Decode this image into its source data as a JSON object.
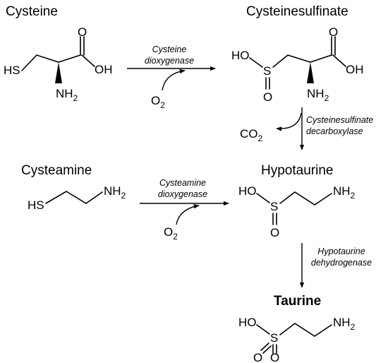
{
  "compounds": {
    "cysteine": {
      "name": "Cysteine",
      "hs": "HS",
      "oh": "OH",
      "o": "O",
      "nh": "NH",
      "sub2": "2"
    },
    "cysteinesulfinate": {
      "name": "Cysteinesulfinate",
      "ho": "HO",
      "s": "S",
      "o": "O",
      "oh": "OH",
      "o2": "O",
      "nh": "NH",
      "sub2": "2"
    },
    "cysteamine": {
      "name": "Cysteamine",
      "hs": "HS",
      "nh": "NH",
      "sub2": "2"
    },
    "hypotaurine": {
      "name": "Hypotaurine",
      "ho": "HO",
      "s": "S",
      "o": "O",
      "nh": "NH",
      "sub2": "2"
    },
    "taurine": {
      "name": "Taurine",
      "ho": "HO",
      "s": "S",
      "o1": "O",
      "o2": "O",
      "nh": "NH",
      "sub2": "2"
    }
  },
  "reactions": {
    "cdo": {
      "line1": "Cysteine",
      "line2": "dioxygenase",
      "cofactor": "O",
      "cofactor_sub": "2"
    },
    "csad": {
      "line1": "Cysteinesulfinate",
      "line2": "decarboxylase",
      "product": "CO",
      "product_sub": "2"
    },
    "ado": {
      "line1": "Cysteamine",
      "line2": "dioxygenase",
      "cofactor": "O",
      "cofactor_sub": "2"
    },
    "htdh": {
      "line1": "Hypotaurine",
      "line2": "dehydrogenase"
    }
  }
}
